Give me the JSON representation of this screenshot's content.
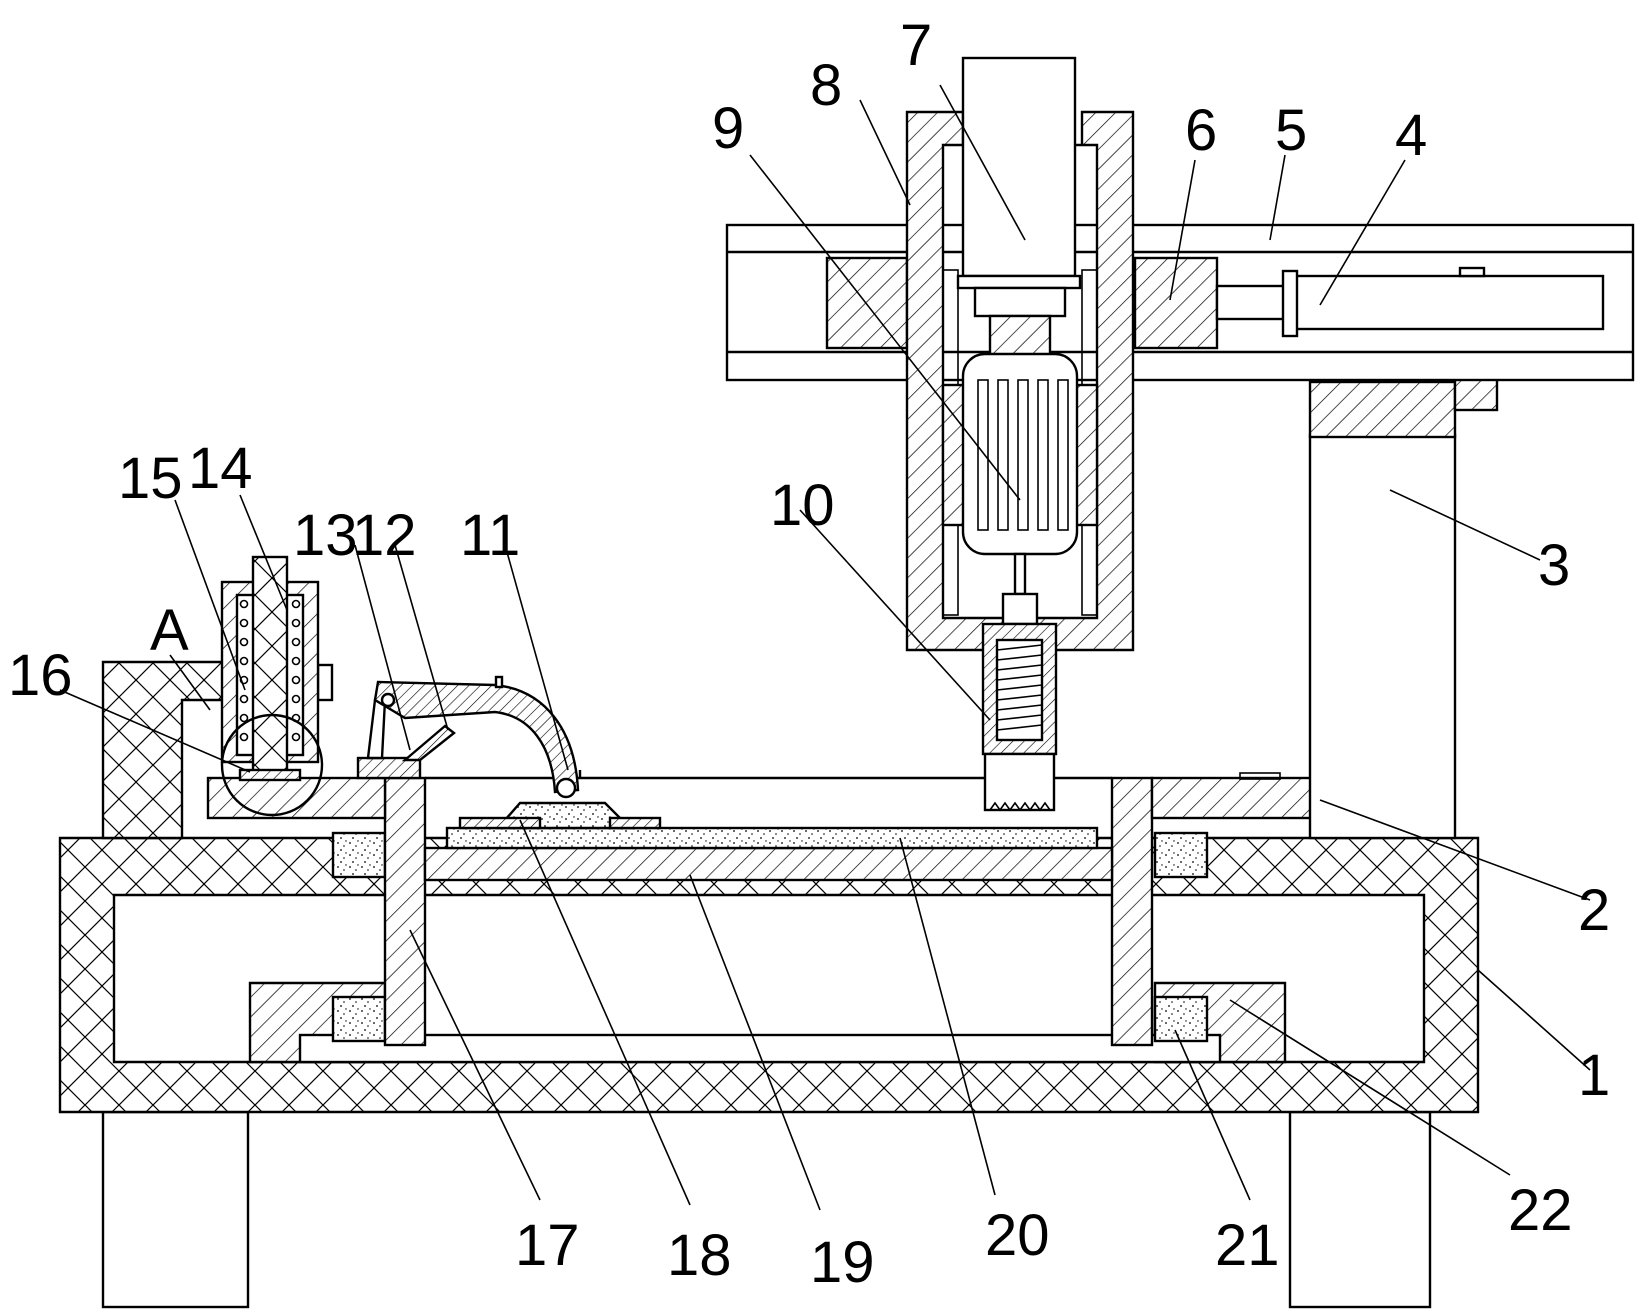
{
  "diagram": {
    "labels": [
      {
        "id": "1",
        "text": "1"
      },
      {
        "id": "2",
        "text": "2"
      },
      {
        "id": "3",
        "text": "3"
      },
      {
        "id": "4",
        "text": "4"
      },
      {
        "id": "5",
        "text": "5"
      },
      {
        "id": "6",
        "text": "6"
      },
      {
        "id": "7",
        "text": "7"
      },
      {
        "id": "8",
        "text": "8"
      },
      {
        "id": "9",
        "text": "9"
      },
      {
        "id": "10",
        "text": "10"
      },
      {
        "id": "11",
        "text": "11"
      },
      {
        "id": "12",
        "text": "12"
      },
      {
        "id": "13",
        "text": "13"
      },
      {
        "id": "14",
        "text": "14"
      },
      {
        "id": "15",
        "text": "15"
      },
      {
        "id": "16",
        "text": "16"
      },
      {
        "id": "17",
        "text": "17"
      },
      {
        "id": "18",
        "text": "18"
      },
      {
        "id": "19",
        "text": "19"
      },
      {
        "id": "20",
        "text": "20"
      },
      {
        "id": "21",
        "text": "21"
      },
      {
        "id": "22",
        "text": "22"
      },
      {
        "id": "A",
        "text": "A"
      }
    ]
  }
}
